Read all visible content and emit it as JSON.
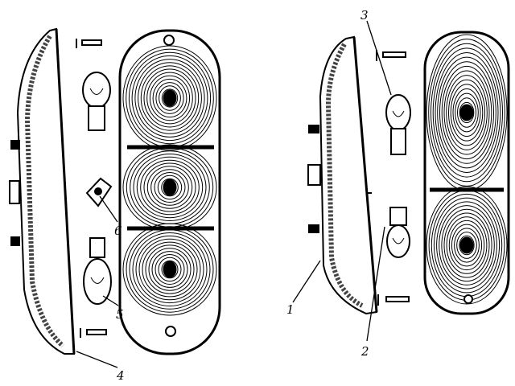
{
  "diagram": {
    "description_labels": [
      "1",
      "2",
      "3",
      "4",
      "5",
      "6"
    ],
    "labels": {
      "housing_right": "1",
      "bulb_lower_right": "2",
      "bulb_upper_right": "3",
      "screw_left": "4",
      "bulb_lower_left": "5",
      "bulb_holder_left": "6"
    },
    "ink_color": "#000000",
    "paper_color": "#ffffff"
  }
}
